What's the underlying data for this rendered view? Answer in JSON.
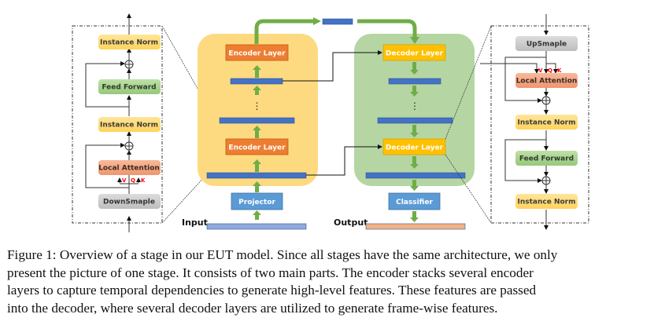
{
  "figure": {
    "encoder_layer_label": "Encoder Layer",
    "decoder_layer_label": "Decoder Layer",
    "projector_label": "Projector",
    "classifier_label": "Classifier",
    "input_label": "Input",
    "output_label": "Output",
    "ellipsis": "⋮",
    "encoder_detail": {
      "blocks": [
        "Instance Norm",
        "Feed Forward",
        "Instance Norm",
        "Local Attention",
        "DownSmaple"
      ],
      "attn_inputs": [
        "V",
        "Q",
        "K"
      ]
    },
    "decoder_detail": {
      "blocks": [
        "UpSmaple",
        "Local Attention",
        "Instance Norm",
        "Feed Forward",
        "Instance Norm"
      ],
      "attn_inputs": [
        "V",
        "Q",
        "K"
      ]
    },
    "colors": {
      "encoder_bg": "#FDDA80",
      "decoder_bg": "#B5D6A3",
      "encoder_layer": "#ED7D31",
      "decoder_layer": "#FFC000",
      "feature_bar": "#4472C4",
      "arrow_green": "#70AD47",
      "projector": "#5B9BD5",
      "input_bar": "#8FAADC",
      "output_bar": "#F4B183",
      "norm": "#FFD966",
      "feed_forward": "#A9D18E",
      "attention": "#F4A582",
      "sample": "#C9C9C9",
      "qkv_red": "#FF0000"
    }
  },
  "caption": {
    "lines": [
      "Figure 1: Overview of a stage in our EUT model. Since all stages have the same architecture, we only",
      "present the picture of one stage. It consists of two main parts. The encoder stacks several encoder",
      "layers to capture temporal dependencies to generate high-level features. These features are passed",
      "into the decoder, where several decoder layers are utilized to generate frame-wise features."
    ]
  }
}
